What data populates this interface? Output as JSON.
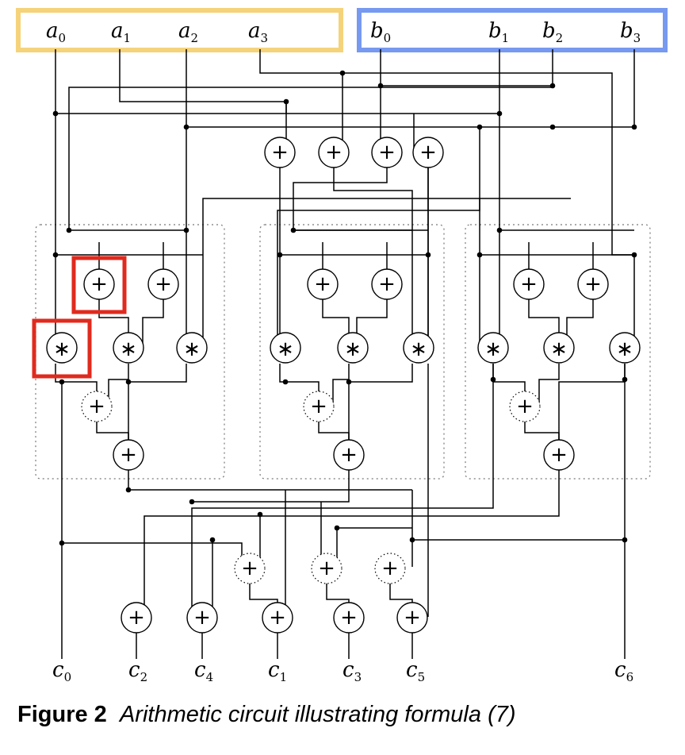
{
  "inputs_a": [
    {
      "base": "a",
      "sub": "0"
    },
    {
      "base": "a",
      "sub": "1"
    },
    {
      "base": "a",
      "sub": "2"
    },
    {
      "base": "a",
      "sub": "3"
    }
  ],
  "inputs_b": [
    {
      "base": "b",
      "sub": "0"
    },
    {
      "base": "b",
      "sub": "1"
    },
    {
      "base": "b",
      "sub": "2"
    },
    {
      "base": "b",
      "sub": "3"
    }
  ],
  "outputs": [
    {
      "base": "c",
      "sub": "0"
    },
    {
      "base": "c",
      "sub": "2"
    },
    {
      "base": "c",
      "sub": "4"
    },
    {
      "base": "c",
      "sub": "1"
    },
    {
      "base": "c",
      "sub": "3"
    },
    {
      "base": "c",
      "sub": "5"
    },
    {
      "base": "c",
      "sub": "6"
    }
  ],
  "symbols": {
    "add": "+",
    "mul": "∗"
  },
  "caption": {
    "label": "Figure 2",
    "text": "Arithmetic circuit illustrating formula (7)"
  },
  "colors": {
    "a_box": "#f5d37b",
    "b_box": "#7799f0",
    "highlight": "#e02a1e"
  }
}
